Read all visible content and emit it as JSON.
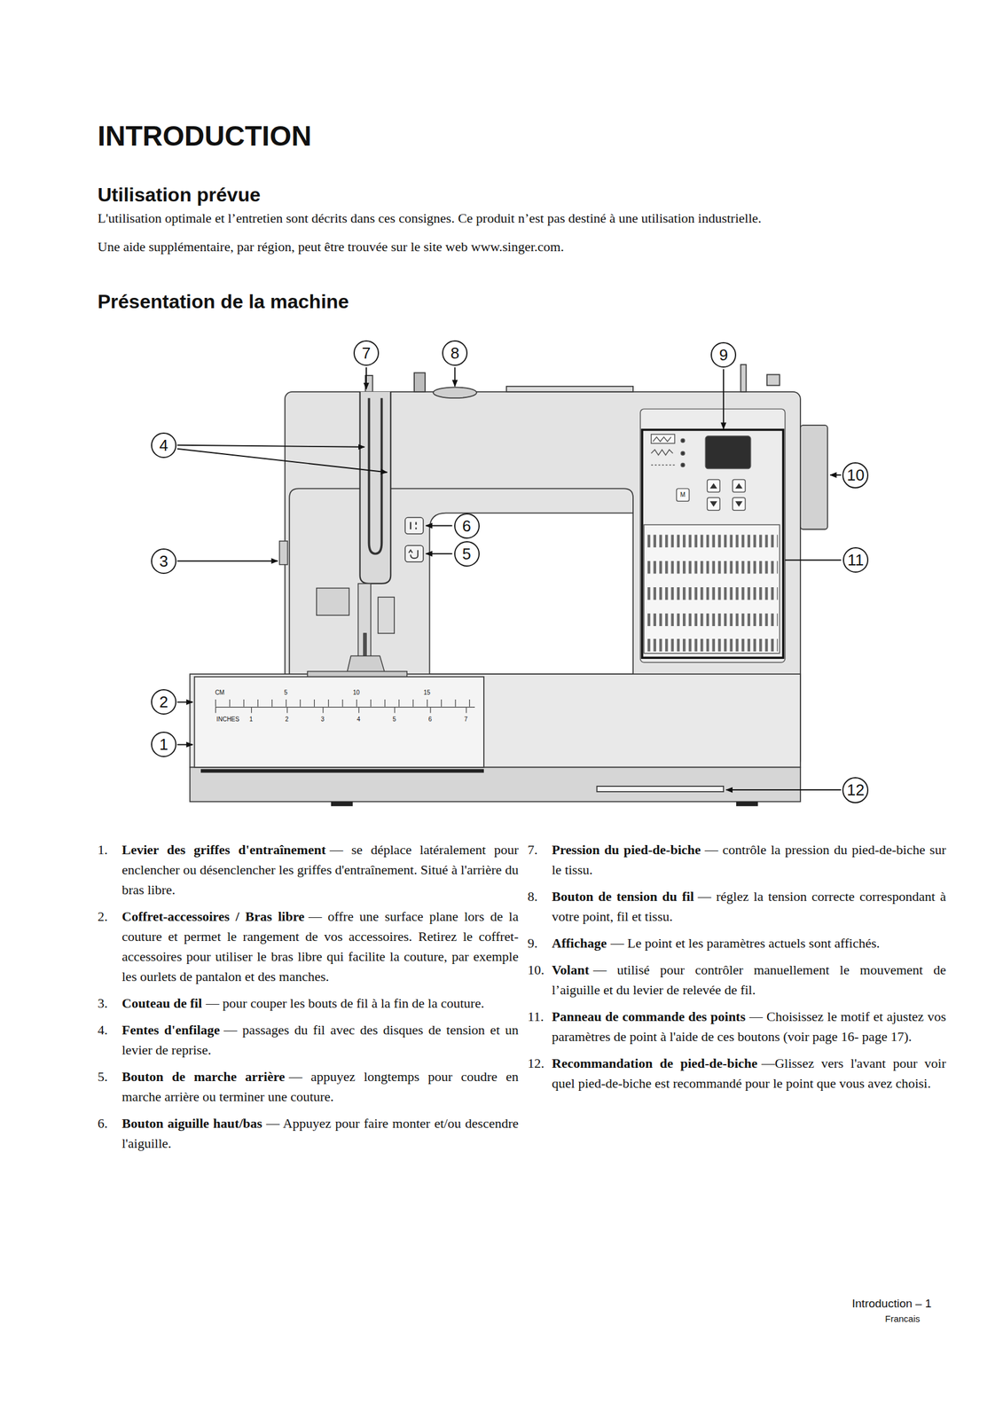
{
  "diagram": {
    "title": "INTRODUCTION",
    "nodes": [
      {
        "text": [
          "7"
        ]
      },
      {
        "text": [
          "8"
        ]
      },
      {
        "text": [
          "9"
        ]
      },
      {
        "text": [
          "4"
        ]
      },
      {
        "text": [
          "10"
        ]
      },
      {
        "text": [
          "6"
        ]
      },
      {
        "text": [
          "3"
        ]
      },
      {
        "text": [
          "11"
        ]
      },
      {
        "text": [
          "5"
        ]
      },
      {
        "text": [
          "2"
        ]
      },
      {
        "text": [
          "1"
        ]
      },
      {
        "text": [
          "12"
        ]
      }
    ],
    "labels": [
      "Utilisation prévue",
      "L'utilisation optimale et l’entretien sont décrits dans ces consignes. Ce produit n’est pas destiné à une utilisation industrielle.",
      "Une aide supplémentaire, par région, peut être trouvée sur le site web www.singer.com.",
      "Présentation de la machine",
      "1.",
      "Levier des griffes d'entraînement",
      "— se déplace latéralement pour enclencher ou désenclencher les griffes d'entraînement. Situé à l'arrière du bras libre.",
      "2.",
      "Coffret-accessoires / Bras libre",
      "— offre une surface plane lors de la couture et permet le rangement de vos accessoires. Retirez le coffret-accessoires pour utiliser le bras libre qui facilite la couture, par exemple les ourlets de pantalon et des manches.",
      "3.",
      "Couteau de fil",
      "— pour couper les bouts de fil à la fin de la couture.",
      "4.",
      "Fentes d'enfilage",
      "— passages du fil avec des disques de tension et un levier de reprise.",
      "5.",
      "Bouton de marche arrière",
      "— appuyez longtemps pour coudre en marche arrière ou terminer une couture.",
      "6.",
      "Bouton aiguille haut/bas",
      "— Appuyez pour faire monter et/ou descendre l'aiguille.",
      "7.",
      "Pression du pied-de-biche",
      "— contrôle la pression du pied-de-biche sur le tissu.",
      "8.",
      "Bouton de tension du fil",
      "— réglez la tension correcte correspondant à votre point, fil et tissu.",
      "9.",
      "Affichage",
      "— Le point et les paramètres actuels sont affichés.",
      "10.",
      "Volant",
      "— utilisé pour contrôler manuellement le mouvement de l’aiguille et du levier de relevée de fil.",
      "11.",
      "Panneau de commande des points",
      "— Choisissez le motif et ajustez vos paramètres de point à l'aide de ces boutons (voir page 16- page 17).",
      "12.",
      "Recommandation de pied-de-biche",
      "—Glissez vers l'avant pour voir quel pied-de-biche est recommandé pour le point que vous avez choisi.",
      "CM",
      "INCHES",
      "5",
      "10",
      "15",
      "1",
      "2",
      "3",
      "4",
      "5",
      "6",
      "7",
      "M",
      "Introduction – 1",
      "Francais"
    ]
  }
}
